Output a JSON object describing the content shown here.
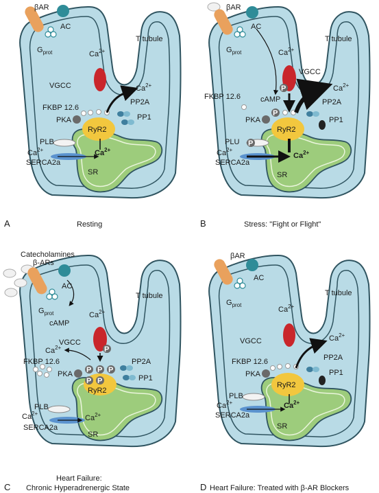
{
  "colors": {
    "cell_fill": "#b9dbe6",
    "cell_stroke": "#2f5460",
    "membrane_band": "#d6ecef",
    "sr_fill": "#9dcc7c",
    "vgcc": "#c9262b",
    "ryr2": "#f2c73e",
    "serca": "#5b93cf",
    "bar_receptor": "#e9a15d",
    "ac": "#2f8c98",
    "phospho": "#6a6a6a"
  },
  "icons": [
    "beta-adrenergic-receptor",
    "adenylyl-cyclase",
    "g-protein-cluster",
    "vgcc-channel",
    "ryr2-channel",
    "serca-pump",
    "plb-disk",
    "pp-phosphatase",
    "phospho-p-circle"
  ],
  "common": {
    "ca": "Ca",
    "ca_sup": "2+",
    "bar": "βAR",
    "ac": "AC",
    "gprot": "G",
    "gprot_sub": "prot",
    "t_tubule": "T tubule",
    "vgcc": "VGCC",
    "fkbp": "FKBP 12.6",
    "pka": "PKA",
    "ryr2": "RyR2",
    "pp2a": "PP2A",
    "pp1": "PP1",
    "plb": "PLB",
    "serca": "SERCA2a",
    "sr": "SR",
    "camp": "cAMP",
    "p": "P"
  },
  "panels": {
    "a": {
      "letter": "A",
      "caption": "Resting"
    },
    "b": {
      "letter": "B",
      "caption": "Stress: \"Fight or Flight\"",
      "plb": "PLU"
    },
    "c": {
      "letter": "C",
      "caption_1": "Heart Failure:",
      "caption_2": "Chronic Hyperadrenergic State",
      "catecholamines": "Catecholamines",
      "beta_ars": "β-ARs"
    },
    "d": {
      "letter": "D",
      "caption": "Heart Failure: Treated with β-AR Blockers"
    }
  }
}
